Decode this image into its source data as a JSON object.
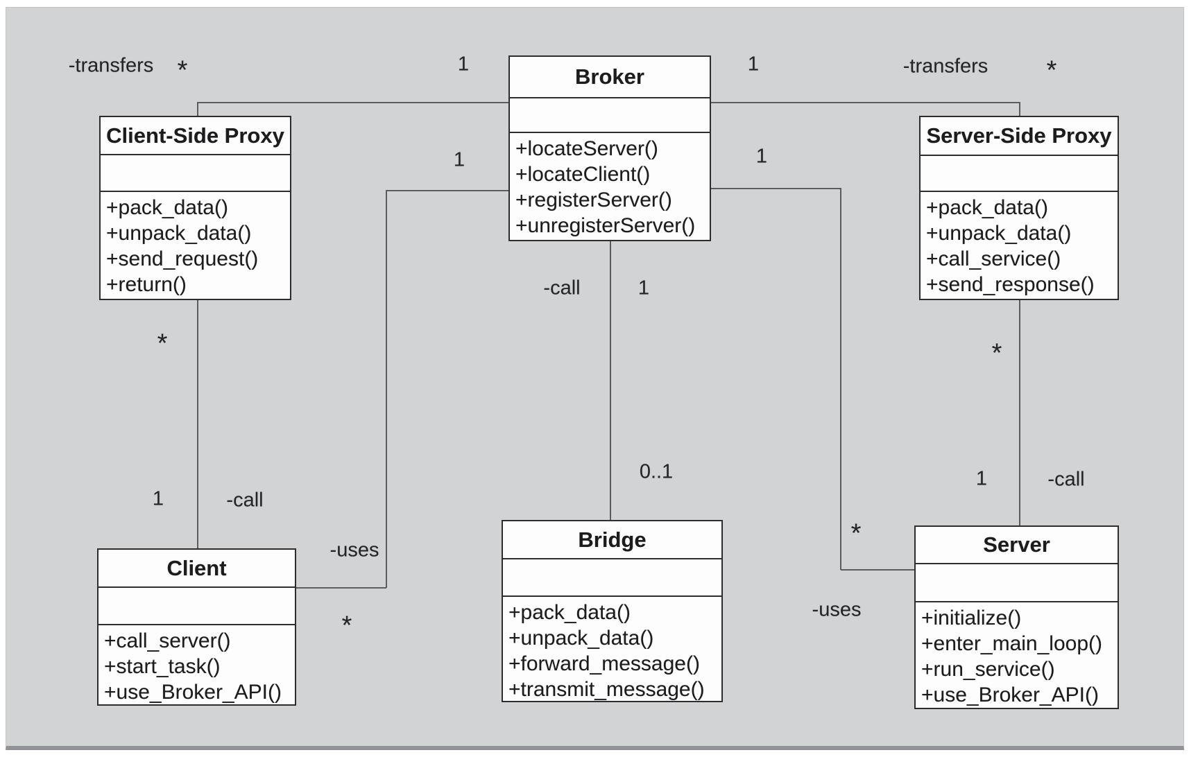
{
  "diagram": {
    "type": "uml-class-diagram",
    "pattern": "Broker",
    "classes": {
      "client_side_proxy": {
        "title": "Client-Side Proxy",
        "attributes": [],
        "methods": [
          "+pack_data()",
          "+unpack_data()",
          "+send_request()",
          "+return()"
        ]
      },
      "broker": {
        "title": "Broker",
        "attributes": [],
        "methods": [
          "+locateServer()",
          "+locateClient()",
          "+registerServer()",
          "+unregisterServer()"
        ]
      },
      "server_side_proxy": {
        "title": "Server-Side Proxy",
        "attributes": [],
        "methods": [
          "+pack_data()",
          "+unpack_data()",
          "+call_service()",
          "+send_response()"
        ]
      },
      "client": {
        "title": "Client",
        "attributes": [],
        "methods": [
          "+call_server()",
          "+start_task()",
          "+use_Broker_API()"
        ]
      },
      "bridge": {
        "title": "Bridge",
        "attributes": [],
        "methods": [
          "+pack_data()",
          "+unpack_data()",
          "+forward_message()",
          "+transmit_message()"
        ]
      },
      "server": {
        "title": "Server",
        "attributes": [],
        "methods": [
          "+initialize()",
          "+enter_main_loop()",
          "+run_service()",
          "+use_Broker_API()"
        ]
      }
    },
    "labels": {
      "transfers_left": "-transfers",
      "star_left_top": "*",
      "one_left_top": "1",
      "one_right_top": "1",
      "transfers_right": "-transfers",
      "star_right_top": "*",
      "one_uses_left": "1",
      "one_uses_right": "1",
      "star_call_left": "*",
      "star_call_right": "*",
      "call_broker": "-call",
      "one_broker": "1",
      "zero_one_bridge": "0..1",
      "one_call_left": "1",
      "call_left": "-call",
      "uses_left": "-uses",
      "star_uses_left": "*",
      "star_uses_right": "*",
      "uses_right": "-uses",
      "one_call_right": "1",
      "call_right": "-call"
    },
    "colors": {
      "panel": "#d2d3d5",
      "panel_edge": "#8f9296",
      "box_fill": "#fdfdfd",
      "box_border": "#2d2d2d",
      "line": "#5b5c5e",
      "text": "#1c1c1e"
    }
  }
}
